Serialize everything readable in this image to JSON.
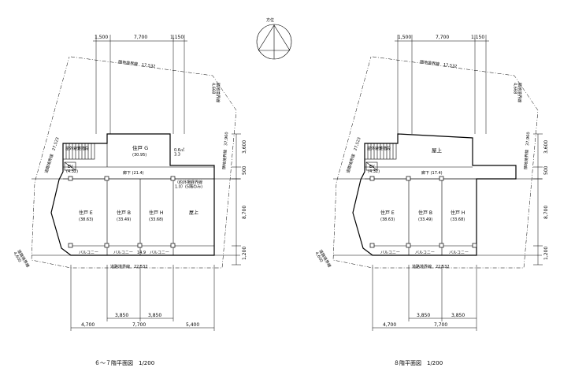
{
  "north": {
    "label": "方位"
  },
  "left_plan": {
    "caption": "６～７階平面図　1/200",
    "top_dims": [
      "1,500",
      "7,700",
      "1,150"
    ],
    "bottom_dims_inner": [
      "3,850",
      "3,850"
    ],
    "bottom_dims_outer": [
      "4,700",
      "7,700",
      "5,400"
    ],
    "right_dims": [
      "3,600",
      "500",
      "8,700",
      "1,200"
    ],
    "boundary_north": "隣地境界線　17,532",
    "boundary_east_top": "隣地境界線\n4,668",
    "boundary_east": "隣地境界線　37,960",
    "boundary_west": "道路境界線　27,523",
    "boundary_sw": "道路境界線\n4,600",
    "boundary_south": "道路境界線　22,532",
    "rooms": {
      "g_name": "住戸 G",
      "g_area": "(30.95)",
      "ev": "EV",
      "ev_area": "(4.32)",
      "stair": "屋外避難階段",
      "corridor": "廊下 (21.4)",
      "e_name": "住戸 E",
      "e_area": "(38.63)",
      "b_name": "住戸 B",
      "b_area": "(33.49)",
      "h_name": "住戸 H",
      "h_area": "(33.68)",
      "roof": "屋上",
      "balc_e": "バルコニー",
      "balc_b": "バルコニー　14.9",
      "balc_h": "バルコニー",
      "small_area": "0.6㎡\n3.3",
      "shaft": "（約外場経界線\n1.0）(5階のみ)"
    }
  },
  "right_plan": {
    "caption": "８階平面図　1/200",
    "top_dims": [
      "1,500",
      "7,700",
      "1,150"
    ],
    "bottom_dims_inner": [
      "3,850",
      "3,850"
    ],
    "bottom_dims_outer": [
      "4,700",
      "7,700"
    ],
    "right_dims": [
      "3,600",
      "500",
      "8,700",
      "1,200"
    ],
    "boundary_north": "隣地境界線　17,532",
    "boundary_east_top": "隣地境界線\n4,668",
    "boundary_east": "隣地境界線　37,960",
    "boundary_west": "道路境界線　27,523",
    "boundary_sw": "道路境界線\n4,600",
    "boundary_south": "道路境界線　22,532",
    "rooms": {
      "roof_top": "屋上",
      "ev": "EV",
      "ev_area": "(4.32)",
      "stair": "屋外避難階段",
      "corridor": "廊下 (17.4)",
      "e_name": "住戸 E",
      "e_area": "(38.63)",
      "b_name": "住戸 B",
      "b_area": "(33.49)",
      "h_name": "住戸 H",
      "h_area": "(33.68)",
      "balc_e": "バルコニー",
      "balc_b": "バルコニー",
      "balc_h": "バルコニー"
    }
  }
}
